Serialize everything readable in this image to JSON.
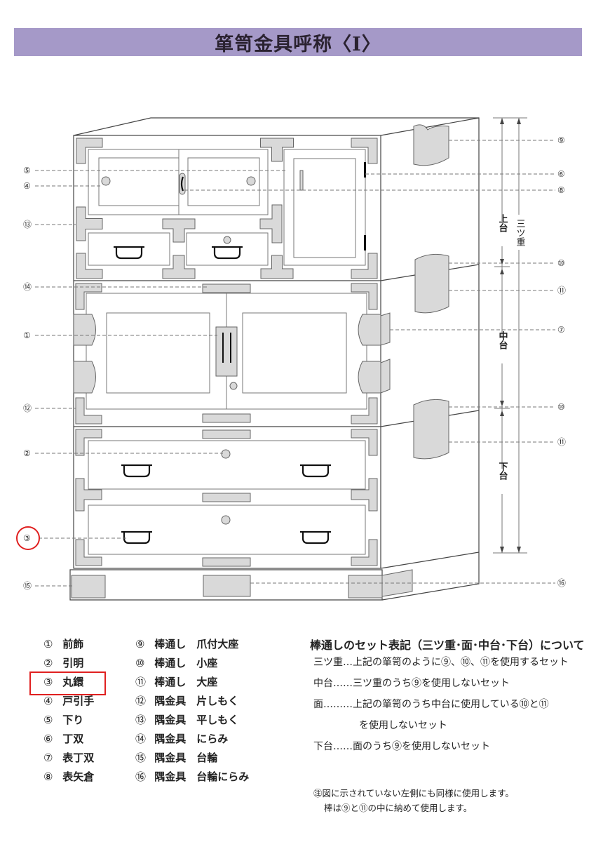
{
  "title": "箪笥金具呼称〈I〉",
  "callouts": {
    "left": [
      "⑤",
      "④",
      "⑬",
      "⑭",
      "①",
      "⑫",
      "②",
      "③",
      "⑮"
    ],
    "right": [
      "⑨",
      "⑥",
      "⑧",
      "⑩",
      "⑪",
      "⑦",
      "⑩",
      "⑪",
      "⑯"
    ]
  },
  "dimensions": {
    "upper": "上台",
    "middle": "中台",
    "lower": "下台",
    "full": "三ツ重"
  },
  "legend": [
    {
      "num": "①",
      "label": "前飾"
    },
    {
      "num": "②",
      "label": "引明"
    },
    {
      "num": "③",
      "label": "丸鐶"
    },
    {
      "num": "④",
      "label": "戸引手"
    },
    {
      "num": "⑤",
      "label": "下り"
    },
    {
      "num": "⑥",
      "label": "丁双"
    },
    {
      "num": "⑦",
      "label": "表丁双"
    },
    {
      "num": "⑧",
      "label": "表矢倉"
    },
    {
      "num": "⑨",
      "label": "棒通し　爪付大座"
    },
    {
      "num": "⑩",
      "label": "棒通し　小座"
    },
    {
      "num": "⑪",
      "label": "棒通し　大座"
    },
    {
      "num": "⑫",
      "label": "隅金具　片しもく"
    },
    {
      "num": "⑬",
      "label": "隅金具　平しもく"
    },
    {
      "num": "⑭",
      "label": "隅金具　にらみ"
    },
    {
      "num": "⑮",
      "label": "隅金具　台輪"
    },
    {
      "num": "⑯",
      "label": "隅金具　台輪にらみ"
    }
  ],
  "highlighted_item": "③",
  "notes": {
    "heading": "棒通しのセット表記（三ツ重･面･中台･下台）について",
    "lines": [
      "三ツ重…上記の箪笥のように⑨、⑩、⑪を使用するセット",
      "中台……三ツ重のうち⑨を使用しないセット",
      "面………上記の箪笥のうち中台に使用している⑩と⑪",
      "を使用しないセット",
      "下台……面のうち⑨を使用しないセット"
    ],
    "footnote": [
      "㊟図に示されていない左側にも同様に使用します。",
      "棒は⑨と⑪の中に納めて使用します。"
    ]
  },
  "colors": {
    "title_bg": "#a599c8",
    "fitting": "#d9d9d9",
    "highlight": "#e02020"
  }
}
